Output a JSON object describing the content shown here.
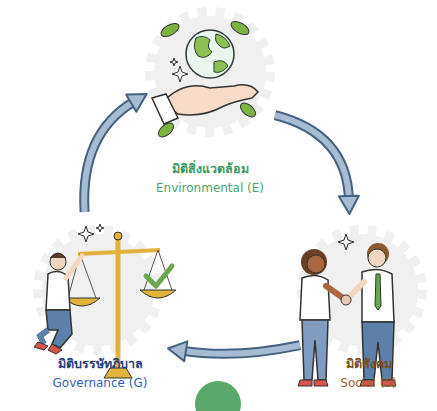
{
  "diagram": {
    "nodes": [
      {
        "text": [
          "มิติสิ่งแวดล้อม",
          "Environmental (E)"
        ]
      },
      {
        "text": [
          "มิติสังคม",
          "Social (S)"
        ]
      },
      {
        "text": [
          "มิติบรรษัทภิบาล",
          "Governance (G)"
        ]
      }
    ],
    "edges": [
      {
        "from": 0,
        "to": 1,
        "arrow": "to"
      },
      {
        "from": 1,
        "to": 2,
        "arrow": "to"
      },
      {
        "from": 2,
        "to": 0,
        "arrow": "to"
      }
    ]
  }
}
